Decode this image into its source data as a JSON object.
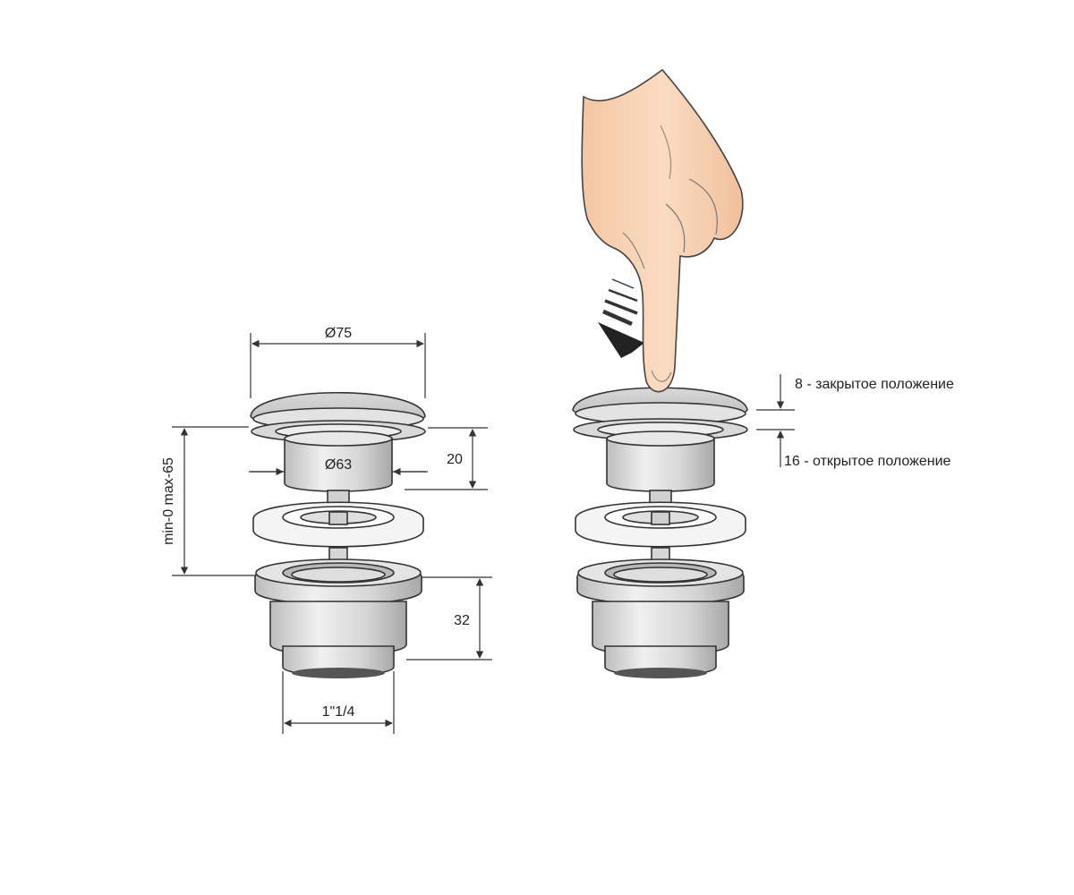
{
  "colors": {
    "metal_light": "#e6e6e6",
    "metal_mid": "#cfcfcf",
    "metal_dark": "#9a9a9a",
    "outline": "#333333",
    "skin": "#f7d2b3",
    "skin_outline": "#444444"
  },
  "dimensions": {
    "cap_diameter": "Ø75",
    "body_diameter": "Ø63",
    "cap_height": "20",
    "adjust_range": "min-0 max-65",
    "base_height": "32",
    "thread": "1\"1/4"
  },
  "positions": {
    "closed": "8 - закрытое положение",
    "open": "16 - открытое положение"
  },
  "icons": {
    "hand": "pointing-hand-icon",
    "arrow": "press-arrow-icon"
  }
}
